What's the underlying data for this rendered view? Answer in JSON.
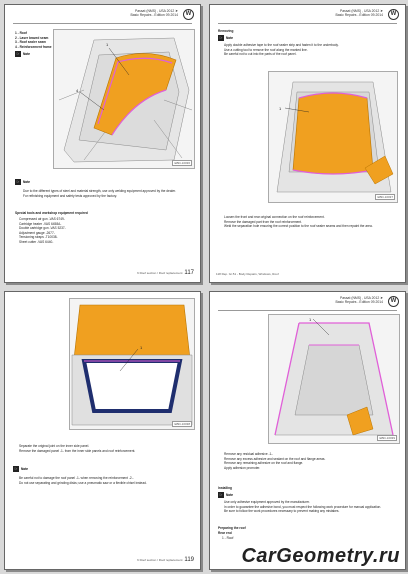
{
  "brand_logo_icon": "vw-logo-icon",
  "colors": {
    "roof_fill": "#f0a020",
    "highlight": "#e05fd8",
    "frame": "#1f2e6e"
  },
  "pages": [
    {
      "header": [
        "Passat (NMS) , USA 2012 ➤",
        "Basic Repairs - Edition 09.2014"
      ],
      "items": [
        "1 - Roof",
        "2 - Laser brazed seam",
        "3 - Roof sealer seam",
        "4 - Reinforcement frame"
      ],
      "note_label": "Note",
      "fig_id": "EBD-10036",
      "notes": [
        "Due to the different types of steel and material strength, use only welding equipment approved by the dealer.",
        "For refinishing equipment and safety tests approved by the factory."
      ],
      "spec_heading": "Special tools and workshop equipment required",
      "specs": [
        "Compressed air gun -VAS 6749-",
        "Cartridge heater -VAS 6458A-",
        "Double cartridge gun -VAS 5237-",
        "Adjustment gauge -2677-",
        "Tensioning straps -T10038-",
        "Sheet cutter -VAS 6440-"
      ],
      "footer_text": "6 Roof section / Roof replacement",
      "page_no": "117"
    },
    {
      "header": [
        "Passat (NMS) , USA 2012 ➤",
        "Basic Repairs - Edition 09.2014"
      ],
      "section": "Removing",
      "note_label": "Note",
      "notes": [
        "Apply double adhesive tape to the roof sealer strip and fasten it to the underbody.",
        "Use a cutting tool to remove the roof along the marked line.",
        "Be careful not to cut into the parts of the roof panel."
      ],
      "fig_id": "EBD-10037",
      "after": [
        "Loosen the front and rear original connection on the roof reinforcement.",
        "Remove the damaged part from the roof reinforcement.",
        "Weld the separation hole ensuring the correct position to the roof sealer seams and then repaint the area."
      ],
      "footer_text": "118 Rep. Gr.51 - Body Repairs, Windows, Roof",
      "page_no": "118"
    },
    {
      "fig_id": "EBD-10038",
      "after": [
        "Separate the original joint on the inner side panel.",
        "Remove the damaged panel -1- from the inner side panels and roof reinforcement."
      ],
      "note_label": "Note",
      "notes": [
        "Be careful not to damage the roof panel -1- when removing the reinforcement -2-.",
        "Do not use separating and grinding disks; use a pneumatic saw or a flexible chisel instead."
      ],
      "footer_text": "6 Roof section / Roof replacement",
      "page_no": "119"
    },
    {
      "header": [
        "Passat (NMS) , USA 2012 ➤",
        "Basic Repairs - Edition 09.2014"
      ],
      "fig_id": "EBD-10039",
      "after": [
        "Remove any residual adhesive -1-.",
        "Remove any excess adhesive and sealant on the roof and flange areas.",
        "Remove any remaining adhesive on the roof and flange.",
        "Apply adhesion promoter."
      ],
      "section": "Installing",
      "note_label": "Note",
      "notes": [
        "Use only adhesive equipment approved by the manufacturer.",
        "In order to guarantee the adhesive bond, you must respect the following work procedure for manual application.",
        "Be sure to follow the work procedures necessary to prevent making any mistakes."
      ],
      "prep_heading": "Preparing the roof",
      "prep_sub": "Rear end",
      "prep_item": "1 - Roof",
      "watermark": "CarGeometry.ru"
    }
  ]
}
